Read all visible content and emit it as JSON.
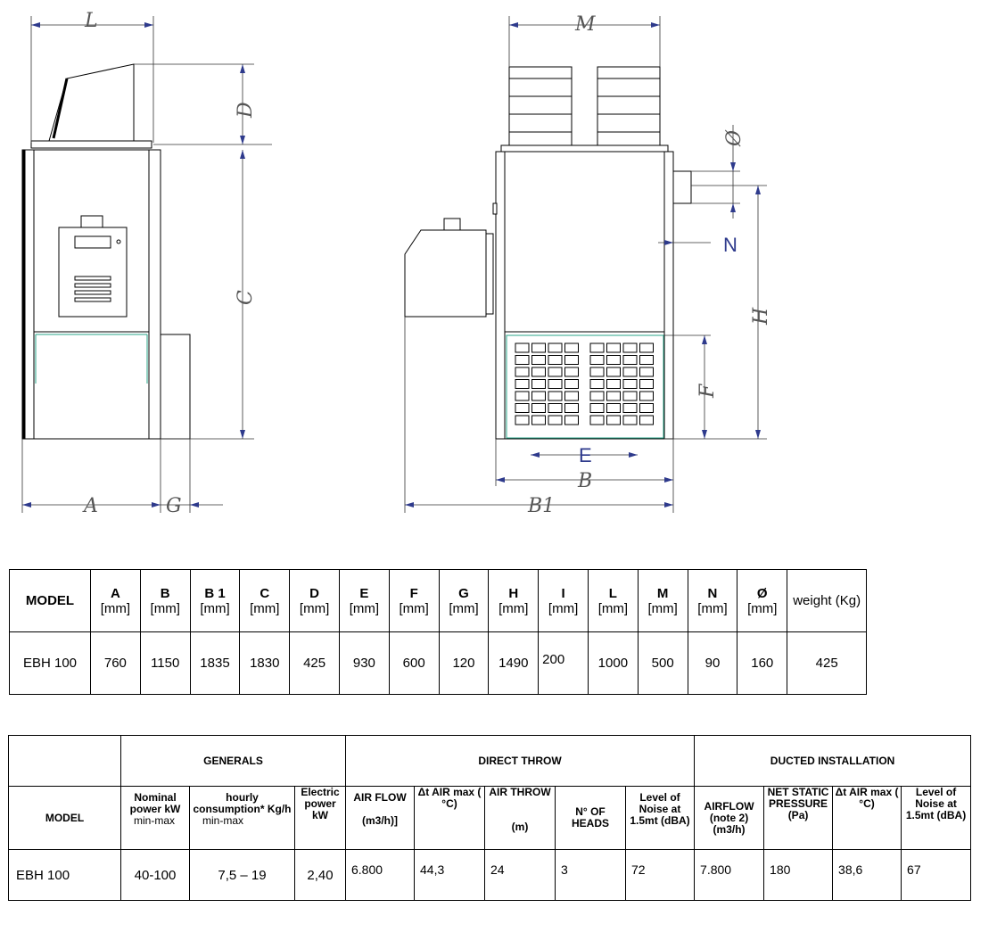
{
  "drawing": {
    "labels": {
      "L": "L",
      "D": "D",
      "C": "C",
      "A": "A",
      "G": "G",
      "M": "M",
      "N": "N",
      "H": "H",
      "F": "F",
      "E": "E",
      "B": "B",
      "B1": "B1",
      "diameter": "Ø"
    }
  },
  "dimensions_table": {
    "model_header": "MODEL",
    "unit": "[mm]",
    "columns": [
      {
        "code": "A",
        "value": "760"
      },
      {
        "code": "B",
        "value": "1150"
      },
      {
        "code": "B 1",
        "value": "1835"
      },
      {
        "code": "C",
        "value": "1830"
      },
      {
        "code": "D",
        "value": "425"
      },
      {
        "code": "E",
        "value": "930"
      },
      {
        "code": "F",
        "value": "600"
      },
      {
        "code": "G",
        "value": "120"
      },
      {
        "code": "H",
        "value": "1490"
      },
      {
        "code": "I",
        "value": "200"
      },
      {
        "code": "L",
        "value": "1000"
      },
      {
        "code": "M",
        "value": "500"
      },
      {
        "code": "N",
        "value": "90"
      },
      {
        "code": "Ø",
        "value": "160"
      }
    ],
    "weight_header": "weight (Kg)",
    "model": "EBH  100",
    "weight": "425"
  },
  "performance_table": {
    "groups": {
      "generals": "GENERALS",
      "direct_throw": "DIRECT THROW",
      "ducted": "DUCTED INSTALLATION"
    },
    "model_header": "MODEL",
    "headers": {
      "nominal_power": "Nominal power kW",
      "nominal_power_note": "min-max",
      "hourly_consumption": "hourly consumption* Kg/h",
      "hourly_consumption_note": "min-max",
      "electric_power": "Electric power kW",
      "air_flow": "AIR FLOW",
      "air_flow_unit": "(m3/h)]",
      "dt_air_max": "Δt AIR max ( °C)",
      "air_throw": "AIR THROW",
      "air_throw_unit": "(m)",
      "heads": "N° OF HEADS",
      "noise": "Level of Noise at 1.5mt (dBA)",
      "airflow_ducted": "AIRFLOW (note 2) (m3/h)",
      "net_static_pressure": "NET STATIC PRESSURE (Pa)",
      "dt_air_max_ducted": "Δt AIR max ( °C)",
      "noise_ducted": "Level of Noise at 1.5mt (dBA)"
    },
    "row": {
      "model": "EBH  100",
      "nominal_power": "40-100",
      "hourly_consumption": "7,5 – 19",
      "electric_power": "2,40",
      "air_flow": "6.800",
      "dt_air_max": "44,3",
      "air_throw": "24",
      "heads": "3",
      "noise": "72",
      "airflow_ducted": "7.800",
      "net_static_pressure": "180",
      "dt_air_max_ducted": "38,6",
      "noise_ducted": "67"
    }
  }
}
